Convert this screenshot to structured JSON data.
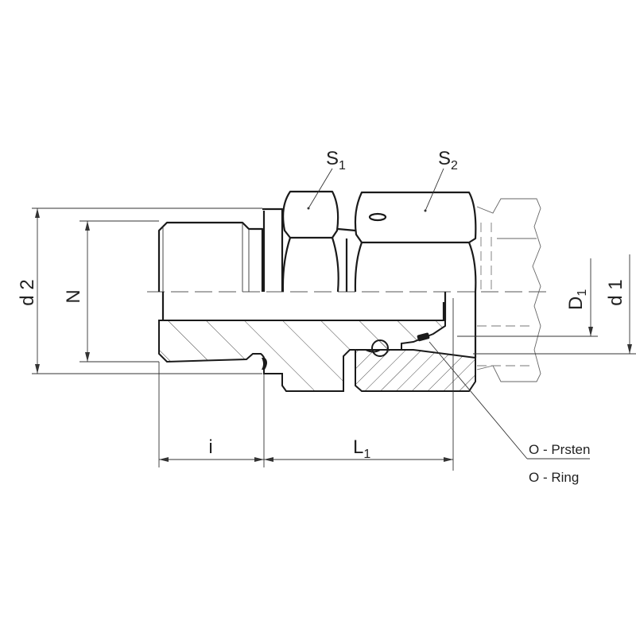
{
  "labels": {
    "s1": {
      "main": "S",
      "sub": "1"
    },
    "s2": {
      "main": "S",
      "sub": "2"
    },
    "d2": "d 2",
    "n": "N",
    "d1_upper": {
      "main": "D",
      "sub": "1"
    },
    "d1_lower": "d 1",
    "i": "i",
    "l1": {
      "main": "L",
      "sub": "1"
    },
    "o_ring_local": "O - Prsten",
    "o_ring": "O - Ring"
  },
  "colors": {
    "line": "#1a1a1a",
    "background": "#ffffff"
  }
}
